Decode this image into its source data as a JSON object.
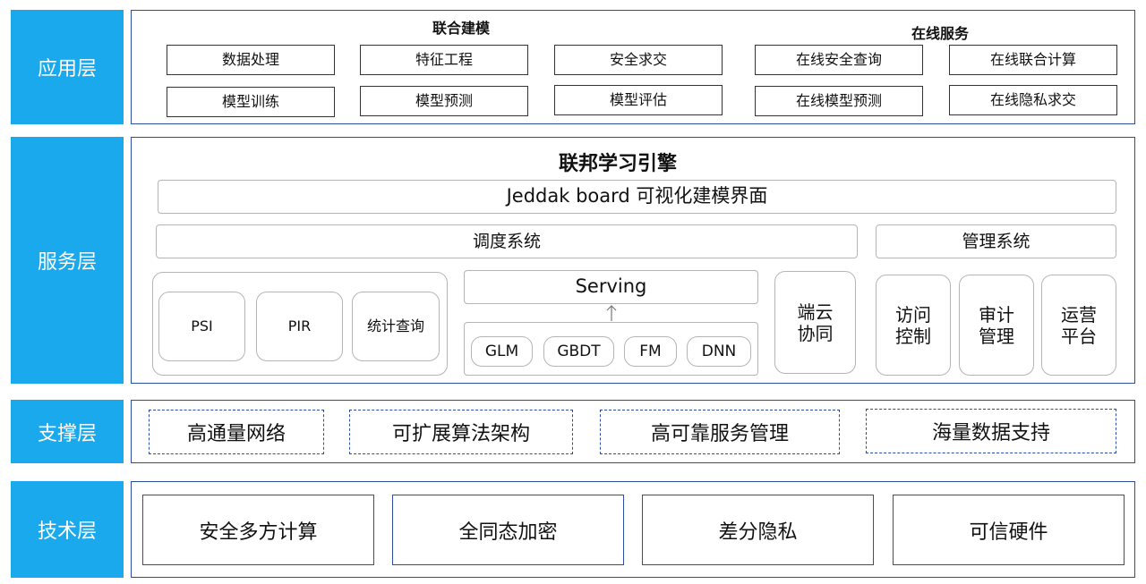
{
  "layers": {
    "application": "应用层",
    "service": "服务层",
    "support": "支撑层",
    "tech": "技术层"
  },
  "application": {
    "joint_modeling_title": "联合建模",
    "online_service_title": "在线服务",
    "joint_modeling_items": [
      "数据处理",
      "特征工程",
      "安全求交",
      "模型训练",
      "模型预测",
      "模型评估"
    ],
    "online_service_items": [
      "在线安全查询",
      "在线联合计算",
      "在线模型预测",
      "在线隐私求交"
    ]
  },
  "service": {
    "title": "联邦学习引擎",
    "board": "Jeddak board 可视化建模界面",
    "scheduler": "调度系统",
    "management": "管理系统",
    "algorithms": [
      "PSI",
      "PIR",
      "统计查询"
    ],
    "serving": "Serving",
    "models": [
      "GLM",
      "GBDT",
      "FM",
      "DNN"
    ],
    "edge_cloud": "端云协同",
    "mgmt_items": [
      "访问控制",
      "审计管理",
      "运营平台"
    ]
  },
  "support": {
    "items": [
      "高通量网络",
      "可扩展算法架构",
      "高可靠服务管理",
      "海量数据支持"
    ]
  },
  "tech": {
    "items": [
      "安全多方计算",
      "全同态加密",
      "差分隐私",
      "可信硬件"
    ]
  },
  "colors": {
    "label_bg": "#19a9ec",
    "panel_border": "#2b4ea2"
  },
  "icons": {
    "serving_arrow": "arrow-up-icon"
  }
}
